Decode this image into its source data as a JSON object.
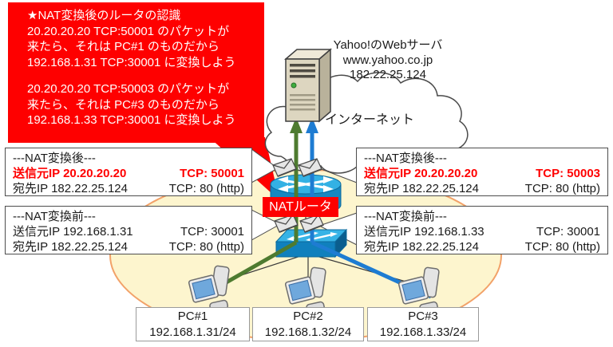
{
  "callout": {
    "title": "★NAT変換後のルータの認識",
    "para1": [
      "20.20.20.20 TCP:50001 のパケットが",
      "来たら、それは PC#1 のものだから",
      "192.168.1.31 TCP:30001 に変換しよう"
    ],
    "para2": [
      "20.20.20.20 TCP:50003 のパケットが",
      "来たら、それは PC#3 のものだから",
      "192.168.1.33 TCP:30001 に変換しよう"
    ]
  },
  "server": {
    "name": "Yahoo!のWebサーバ",
    "host": "www.yahoo.co.jp",
    "ip": "182.22.25.124"
  },
  "internet": {
    "label": "インターネット"
  },
  "router": {
    "label": "NATルータ"
  },
  "packet_boxes": [
    {
      "title": "---NAT変換後---",
      "src": "送信元IP 20.20.20.20",
      "src_port": "TCP: 50001",
      "dst": "宛先IP 182.22.25.124",
      "dst_port": "TCP: 80 (http)"
    },
    {
      "title": "---NAT変換後---",
      "src": "送信元IP 20.20.20.20",
      "src_port": "TCP: 50003",
      "dst": "宛先IP 182.22.25.124",
      "dst_port": "TCP: 80 (http)"
    },
    {
      "title": "---NAT変換前---",
      "src": "送信元IP 192.168.1.31",
      "src_port": "TCP: 30001",
      "dst": "宛先IP 182.22.25.124",
      "dst_port": "TCP: 80 (http)"
    },
    {
      "title": "---NAT変換前---",
      "src": "送信元IP 192.168.1.33",
      "src_port": "TCP: 30001",
      "dst": "宛先IP 182.22.25.124",
      "dst_port": "TCP: 80 (http)"
    }
  ],
  "pcs": [
    {
      "name": "PC#1",
      "ip": "192.168.1.31/24"
    },
    {
      "name": "PC#2",
      "ip": "192.168.1.32/24"
    },
    {
      "name": "PC#3",
      "ip": "192.168.1.33/24"
    }
  ],
  "colors": {
    "highlight_red": "#fe0000",
    "flow_green": "#4e7b30",
    "flow_blue": "#1e7cd2",
    "device_blue": "#33b1e4",
    "lan_fill": "#fdf5ce",
    "lan_border": "#f2a269"
  }
}
